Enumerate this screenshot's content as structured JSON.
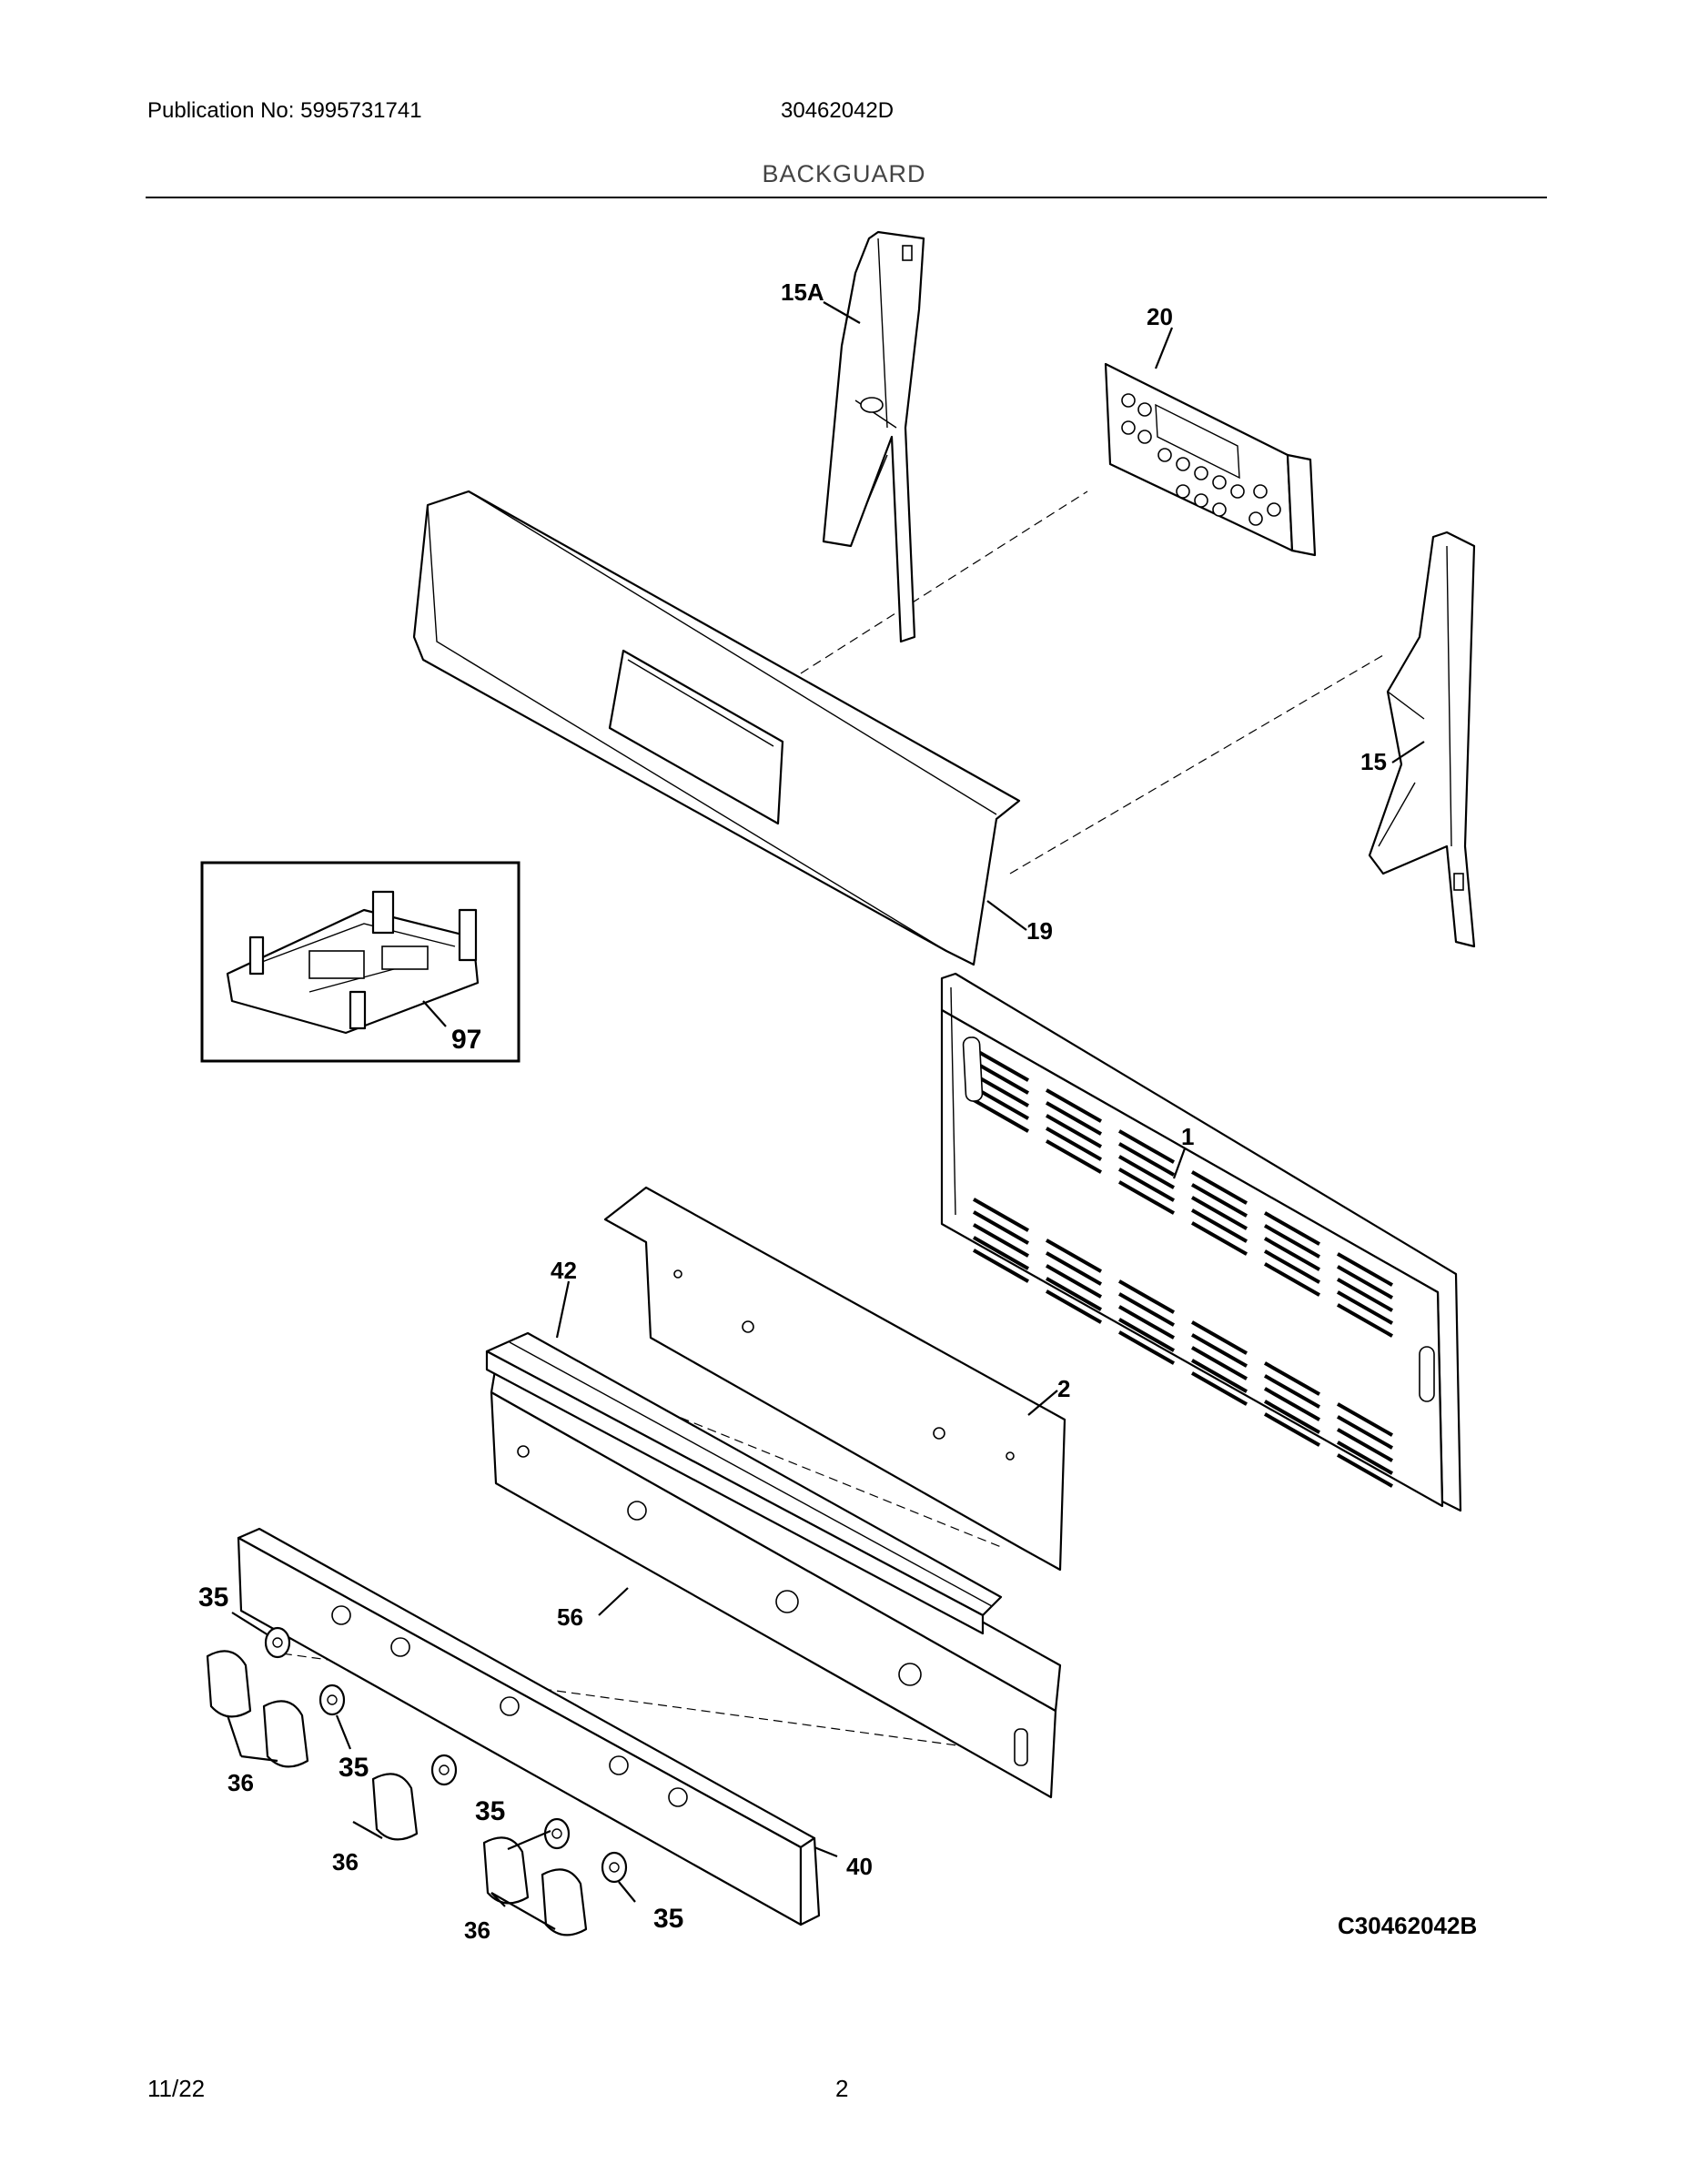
{
  "header": {
    "publication": "Publication No: 5995731741",
    "model": "30462042D",
    "section_title": "BACKGUARD"
  },
  "diagram": {
    "drawing_code": "C30462042B",
    "callouts": [
      {
        "id": "callout-15a",
        "label": "15A"
      },
      {
        "id": "callout-20",
        "label": "20"
      },
      {
        "id": "callout-15",
        "label": "15"
      },
      {
        "id": "callout-19",
        "label": "19"
      },
      {
        "id": "callout-97",
        "label": "97"
      },
      {
        "id": "callout-1",
        "label": "1"
      },
      {
        "id": "callout-42",
        "label": "42"
      },
      {
        "id": "callout-2",
        "label": "2"
      },
      {
        "id": "callout-56",
        "label": "56"
      },
      {
        "id": "callout-35a",
        "label": "35"
      },
      {
        "id": "callout-35b",
        "label": "35"
      },
      {
        "id": "callout-35c",
        "label": "35"
      },
      {
        "id": "callout-35d",
        "label": "35"
      },
      {
        "id": "callout-36a",
        "label": "36"
      },
      {
        "id": "callout-36b",
        "label": "36"
      },
      {
        "id": "callout-36c",
        "label": "36"
      },
      {
        "id": "callout-40",
        "label": "40"
      }
    ]
  },
  "footer": {
    "date": "11/22",
    "page": "2"
  }
}
